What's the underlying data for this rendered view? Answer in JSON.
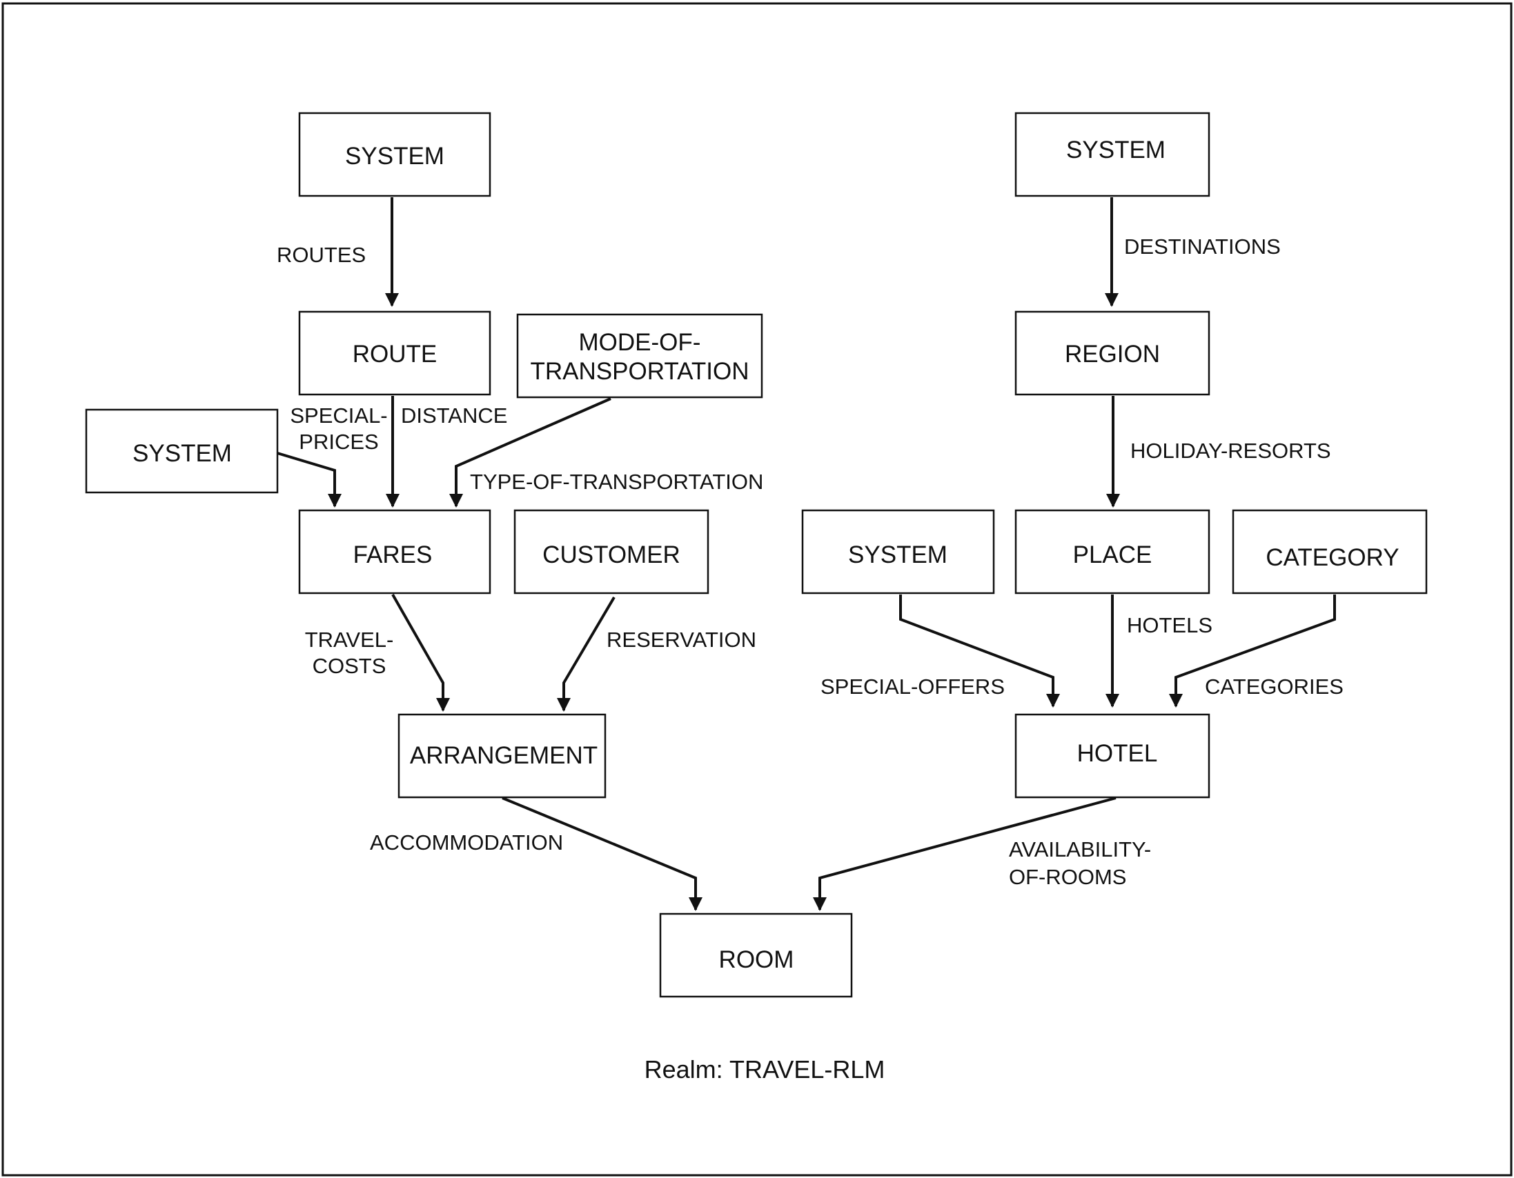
{
  "caption": "Realm: TRAVEL-RLM",
  "nodes": {
    "system_top_left": [
      "SYSTEM"
    ],
    "route": [
      "ROUTE"
    ],
    "mode_of_transportation": [
      "MODE-OF-",
      "TRANSPORTATION"
    ],
    "system_mid_left": [
      "SYSTEM"
    ],
    "fares": [
      "FARES"
    ],
    "customer": [
      "CUSTOMER"
    ],
    "arrangement": [
      "ARRANGEMENT"
    ],
    "room": [
      "ROOM"
    ],
    "system_top_right": [
      "SYSTEM"
    ],
    "region": [
      "REGION"
    ],
    "system_mid_right": [
      "SYSTEM"
    ],
    "place": [
      "PLACE"
    ],
    "category": [
      "CATEGORY"
    ],
    "hotel": [
      "HOTEL"
    ]
  },
  "edges": {
    "routes": [
      "ROUTES"
    ],
    "distance": [
      "DISTANCE"
    ],
    "special_prices": [
      "SPECIAL-",
      "PRICES"
    ],
    "type_of_transportation": [
      "TYPE-OF-TRANSPORTATION"
    ],
    "travel_costs": [
      "TRAVEL-",
      "COSTS"
    ],
    "reservation": [
      "RESERVATION"
    ],
    "accommodation": [
      "ACCOMMODATION"
    ],
    "destinations": [
      "DESTINATIONS"
    ],
    "holiday_resorts": [
      "HOLIDAY-RESORTS"
    ],
    "special_offers": [
      "SPECIAL-OFFERS"
    ],
    "hotels": [
      "HOTELS"
    ],
    "categories": [
      "CATEGORIES"
    ],
    "availability_of_rooms": [
      "AVAILABILITY-",
      "OF-ROOMS"
    ]
  }
}
